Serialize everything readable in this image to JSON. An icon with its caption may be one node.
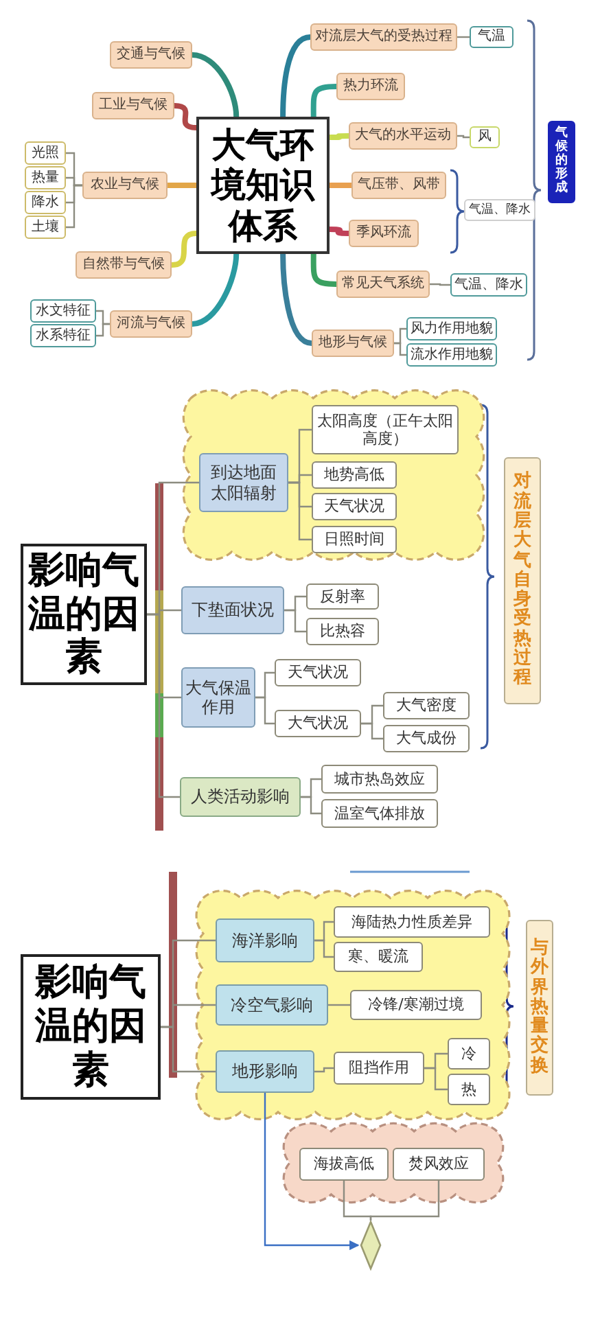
{
  "diagram": {
    "nodes": [
      {
        "text": [
          "大气环境知识体系"
        ]
      },
      {
        "text": [
          "交通与气候"
        ]
      },
      {
        "text": [
          "工业与气候"
        ]
      },
      {
        "text": [
          "光照"
        ]
      },
      {
        "text": [
          "热量"
        ]
      },
      {
        "text": [
          "降水"
        ]
      },
      {
        "text": [
          "土壤"
        ]
      },
      {
        "text": [
          "农业与气候"
        ]
      },
      {
        "text": [
          "自然带与气候"
        ]
      },
      {
        "text": [
          "水文特征"
        ]
      },
      {
        "text": [
          "水系特征"
        ]
      },
      {
        "text": [
          "河流与气候"
        ]
      },
      {
        "text": [
          "对流层大气的受热过程"
        ]
      },
      {
        "text": [
          "气温"
        ]
      },
      {
        "text": [
          "热力环流"
        ]
      },
      {
        "text": [
          "大气的水平运动"
        ]
      },
      {
        "text": [
          "风"
        ]
      },
      {
        "text": [
          "气压带、风带"
        ]
      },
      {
        "text": [
          "季风环流"
        ]
      },
      {
        "text": [
          "气温、降水"
        ]
      },
      {
        "text": [
          "常见天气系统"
        ]
      },
      {
        "text": [
          "气温、降水"
        ]
      },
      {
        "text": [
          "地形与气候"
        ]
      },
      {
        "text": [
          "风力作用地貌"
        ]
      },
      {
        "text": [
          "流水作用地貌"
        ]
      },
      {
        "text": [
          "气候的形成"
        ]
      },
      {
        "text": [
          "影响气温的因素"
        ]
      },
      {
        "text": [],
        "shape": "cloud"
      },
      {
        "text": [
          "到达地面太阳辐射"
        ],
        "in": 27
      },
      {
        "text": [
          "太阳高度（正午太阳高度）"
        ],
        "in": 27
      },
      {
        "text": [
          "地势高低"
        ],
        "in": 27
      },
      {
        "text": [
          "天气状况"
        ],
        "in": 27
      },
      {
        "text": [
          "日照时间"
        ],
        "in": 27
      },
      {
        "text": [
          "下垫面状况"
        ]
      },
      {
        "text": [
          "反射率"
        ]
      },
      {
        "text": [
          "比热容"
        ]
      },
      {
        "text": [
          "大气保温作用"
        ]
      },
      {
        "text": [
          "天气状况"
        ]
      },
      {
        "text": [
          "大气状况"
        ]
      },
      {
        "text": [
          "大气密度"
        ]
      },
      {
        "text": [
          "大气成份"
        ]
      },
      {
        "text": [
          "人类活动影响"
        ]
      },
      {
        "text": [
          "城市热岛效应"
        ]
      },
      {
        "text": [
          "温室气体排放"
        ]
      },
      {
        "text": [
          "对流层大气自身受热过程"
        ]
      },
      {
        "text": [
          "影响气温的因素"
        ]
      },
      {
        "text": [],
        "shape": "cloud"
      },
      {
        "text": [
          "海洋影响"
        ],
        "in": 46
      },
      {
        "text": [
          "海陆热力性质差异"
        ],
        "in": 46
      },
      {
        "text": [
          "寒、暖流"
        ],
        "in": 46
      },
      {
        "text": [
          "冷空气影响"
        ],
        "in": 46
      },
      {
        "text": [
          "冷锋/寒潮过境"
        ],
        "in": 46
      },
      {
        "text": [
          "地形影响"
        ],
        "in": 46
      },
      {
        "text": [
          "阻挡作用"
        ],
        "in": 46
      },
      {
        "text": [
          "冷"
        ],
        "in": 46
      },
      {
        "text": [
          "热"
        ],
        "in": 46
      },
      {
        "text": [],
        "shape": "cloud"
      },
      {
        "text": [
          "海拔高低"
        ],
        "in": 56
      },
      {
        "text": [
          "焚风效应"
        ],
        "in": 56
      },
      {
        "text": [],
        "shape": "diamond"
      },
      {
        "text": [
          "与外界热量交换"
        ]
      }
    ],
    "edges": [
      {
        "from": 0,
        "to": 1,
        "arrow": "none",
        "style": "thick",
        "color": "#2e8b7a"
      },
      {
        "from": 0,
        "to": 2,
        "arrow": "none",
        "style": "thick",
        "color": "#b04848"
      },
      {
        "from": 0,
        "to": 7,
        "arrow": "none",
        "style": "thick",
        "color": "#e2a648"
      },
      {
        "from": 0,
        "to": 8,
        "arrow": "none",
        "style": "thick",
        "color": "#d8d448"
      },
      {
        "from": 0,
        "to": 11,
        "arrow": "none",
        "style": "thick",
        "color": "#2a9aa0"
      },
      {
        "from": 0,
        "to": 12,
        "arrow": "none",
        "style": "thick",
        "color": "#2a7f98"
      },
      {
        "from": 0,
        "to": 14,
        "arrow": "none",
        "style": "thick",
        "color": "#30a090"
      },
      {
        "from": 0,
        "to": 15,
        "arrow": "none",
        "style": "thick",
        "color": "#c8dc50"
      },
      {
        "from": 0,
        "to": 17,
        "arrow": "none",
        "style": "thick",
        "color": "#e8a050"
      },
      {
        "from": 0,
        "to": 18,
        "arrow": "none",
        "style": "thick",
        "color": "#c04058"
      },
      {
        "from": 0,
        "to": 20,
        "arrow": "none",
        "style": "thick",
        "color": "#3aa060"
      },
      {
        "from": 0,
        "to": 22,
        "arrow": "none",
        "style": "thick",
        "color": "#3a7f9a"
      },
      {
        "from": 7,
        "to": 3,
        "arrow": "none"
      },
      {
        "from": 7,
        "to": 4,
        "arrow": "none"
      },
      {
        "from": 7,
        "to": 5,
        "arrow": "none"
      },
      {
        "from": 7,
        "to": 6,
        "arrow": "none"
      },
      {
        "from": 11,
        "to": 9,
        "arrow": "none"
      },
      {
        "from": 11,
        "to": 10,
        "arrow": "none"
      },
      {
        "from": 12,
        "to": 13,
        "arrow": "none"
      },
      {
        "from": 15,
        "to": 16,
        "arrow": "none"
      },
      {
        "from": 20,
        "to": 21,
        "arrow": "none"
      },
      {
        "from": 22,
        "to": 23,
        "arrow": "none"
      },
      {
        "from": 22,
        "to": 24,
        "arrow": "none"
      },
      {
        "from": 26,
        "to": 28,
        "arrow": "none"
      },
      {
        "from": 26,
        "to": 33,
        "arrow": "none"
      },
      {
        "from": 26,
        "to": 36,
        "arrow": "none"
      },
      {
        "from": 26,
        "to": 41,
        "arrow": "none"
      },
      {
        "from": 28,
        "to": 29,
        "arrow": "none"
      },
      {
        "from": 28,
        "to": 30,
        "arrow": "none"
      },
      {
        "from": 28,
        "to": 31,
        "arrow": "none"
      },
      {
        "from": 28,
        "to": 32,
        "arrow": "none"
      },
      {
        "from": 33,
        "to": 34,
        "arrow": "none"
      },
      {
        "from": 33,
        "to": 35,
        "arrow": "none"
      },
      {
        "from": 36,
        "to": 37,
        "arrow": "none"
      },
      {
        "from": 36,
        "to": 38,
        "arrow": "none"
      },
      {
        "from": 38,
        "to": 39,
        "arrow": "none"
      },
      {
        "from": 38,
        "to": 40,
        "arrow": "none"
      },
      {
        "from": 41,
        "to": 42,
        "arrow": "none"
      },
      {
        "from": 41,
        "to": 43,
        "arrow": "none"
      },
      {
        "from": 45,
        "to": 47,
        "arrow": "none"
      },
      {
        "from": 45,
        "to": 50,
        "arrow": "none"
      },
      {
        "from": 45,
        "to": 52,
        "arrow": "none"
      },
      {
        "from": 47,
        "to": 48,
        "arrow": "none"
      },
      {
        "from": 47,
        "to": 49,
        "arrow": "none"
      },
      {
        "from": 50,
        "to": 51,
        "arrow": "none"
      },
      {
        "from": 52,
        "to": 53,
        "arrow": "none"
      },
      {
        "from": 53,
        "to": 54,
        "arrow": "none"
      },
      {
        "from": 53,
        "to": 55,
        "arrow": "none"
      },
      {
        "from": 52,
        "to": 59,
        "arrow": "to",
        "color": "#3a6fc4"
      },
      {
        "from": 57,
        "to": 59,
        "arrow": "none"
      },
      {
        "from": 58,
        "to": 59,
        "arrow": "none"
      }
    ]
  }
}
